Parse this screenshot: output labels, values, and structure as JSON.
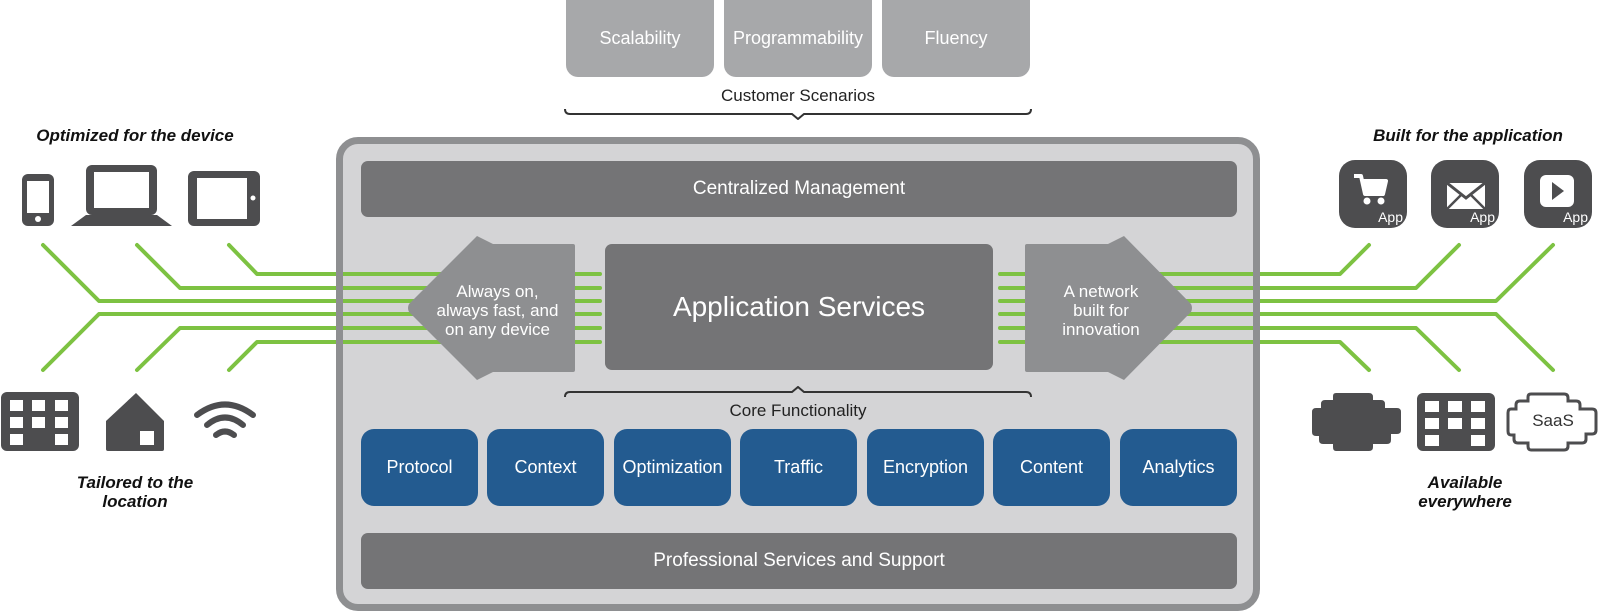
{
  "customer_scenarios": {
    "items": [
      {
        "label": "Scalability"
      },
      {
        "label": "Programmability"
      },
      {
        "label": "Fluency"
      }
    ],
    "caption": "Customer Scenarios"
  },
  "left": {
    "top_title": "Optimized for the device",
    "top_icons": [
      "smartphone-icon",
      "laptop-icon",
      "tablet-icon"
    ],
    "bottom_icons": [
      "office-building-icon",
      "house-icon",
      "wifi-icon"
    ],
    "bottom_title_line1": "Tailored to the",
    "bottom_title_line2": "location"
  },
  "right": {
    "top_title": "Built for the application",
    "apps": [
      {
        "icon": "shopping-cart-icon",
        "label": "App"
      },
      {
        "icon": "envelope-icon",
        "label": "App"
      },
      {
        "icon": "video-play-icon",
        "label": "App"
      }
    ],
    "bottom_icons": [
      "cloud-icon",
      "office-building-icon",
      "saas-cloud-icon"
    ],
    "saas_label": "SaaS",
    "bottom_title_line1": "Available",
    "bottom_title_line2": "everywhere"
  },
  "platform": {
    "top_bar": "Centralized Management",
    "left_arrow": {
      "line1": "Always on,",
      "line2": "always fast, and",
      "line3": "on any device"
    },
    "center": "Application Services",
    "right_arrow": {
      "line1": "A network",
      "line2": "built for",
      "line3": "innovation"
    },
    "core_caption": "Core Functionality",
    "core_items": [
      {
        "label": "Protocol"
      },
      {
        "label": "Context"
      },
      {
        "label": "Optimization"
      },
      {
        "label": "Traffic"
      },
      {
        "label": "Encryption"
      },
      {
        "label": "Content"
      },
      {
        "label": "Analytics"
      }
    ],
    "bottom_bar": "Professional Services and Support"
  },
  "colors": {
    "green": "#7dc242",
    "blue": "#235b90",
    "dark_gray": "#747476",
    "icon_gray": "#4d4d4f",
    "frame_bg": "#d4d4d6",
    "frame_border": "#8e8f91",
    "scenario_gray": "#a7a8aa"
  }
}
